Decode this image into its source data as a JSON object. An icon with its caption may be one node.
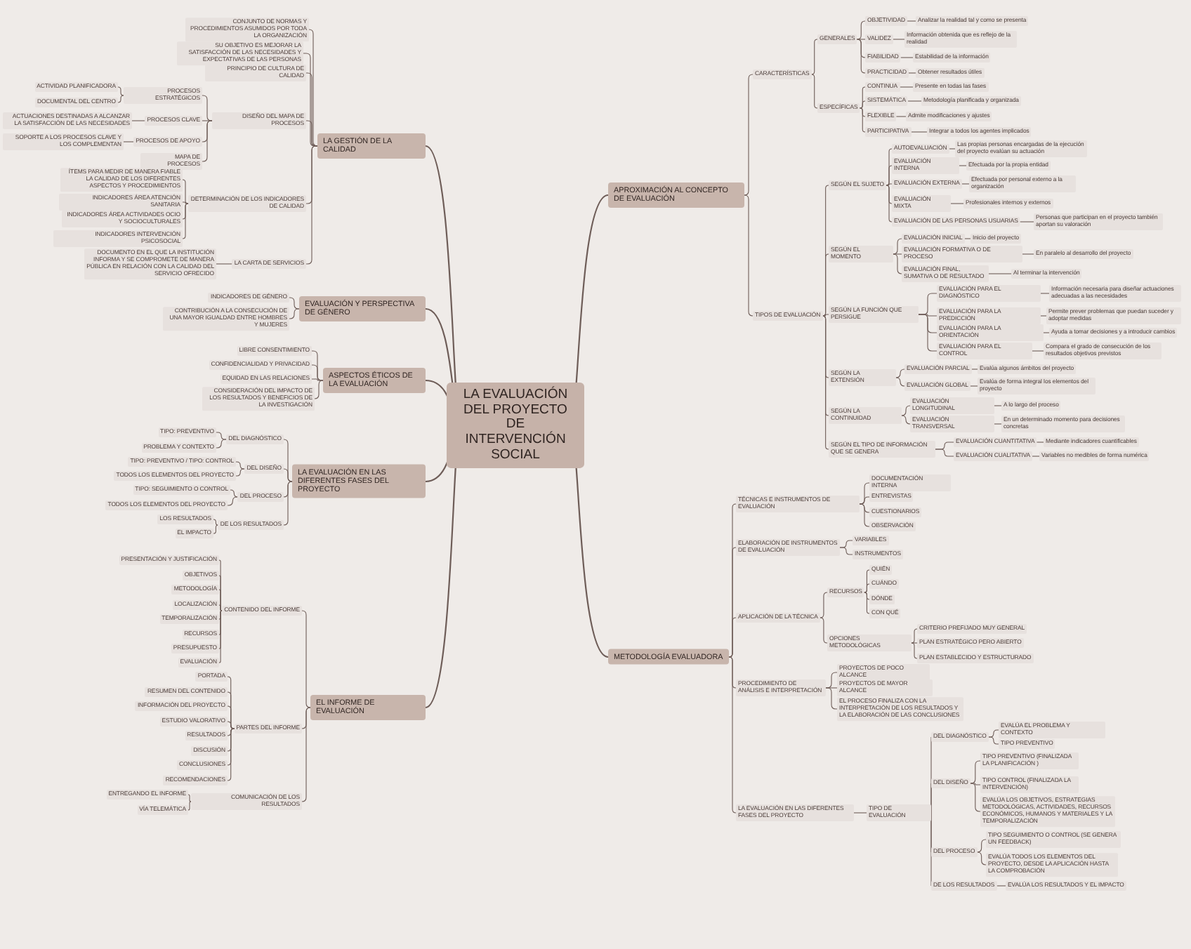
{
  "diagram": {
    "nodes": [
      {
        "text": [
          "LA EVALUACIÓN DEL PROYECTO DE INTERVENCIÓN SOCIAL"
        ]
      },
      {
        "text": [
          "LA GESTIÓN DE LA CALIDAD"
        ]
      },
      {
        "text": [
          "CONJUNTO DE NORMAS Y PROCEDIMIENTOS ASUMIDOS POR TODA LA ORGANIZACIÓN"
        ]
      },
      {
        "text": [
          "SU OBJETIVO ES MEJORAR LA SATISFACCIÓN DE LAS NECESIDADES Y EXPECTATIVAS DE LAS PERSONAS"
        ]
      },
      {
        "text": [
          "PRINCIPIO DE CULTURA DE CALIDAD"
        ]
      },
      {
        "text": [
          "DISEÑO DEL MAPA DE PROCESOS"
        ]
      },
      {
        "text": [
          "PROCESOS ESTRATÉGICOS"
        ]
      },
      {
        "text": [
          "ACTIVIDAD PLANIFICADORA"
        ]
      },
      {
        "text": [
          "DOCUMENTAL DEL CENTRO"
        ]
      },
      {
        "text": [
          "PROCESOS CLAVE"
        ]
      },
      {
        "text": [
          "ACTUACIONES DESTINADAS A ALCANZAR LA SATISFACCIÓN DE LAS NECESIDADES"
        ]
      },
      {
        "text": [
          "PROCESOS DE APOYO"
        ]
      },
      {
        "text": [
          "SOPORTE A LOS PROCESOS CLAVE Y LOS COMPLEMENTAN"
        ]
      },
      {
        "text": [
          "MAPA DE PROCESOS"
        ]
      },
      {
        "text": [
          "DETERMINACIÓN DE LOS INDICADORES DE CALIDAD"
        ]
      },
      {
        "text": [
          "ÍTEMS PARA MEDIR DE MANERA FIABLE LA CALIDAD DE LOS DIFERENTES ASPECTOS Y PROCEDIMIENTOS"
        ]
      },
      {
        "text": [
          "INDICADORES ÁREA ATENCIÓN SANITARIA"
        ]
      },
      {
        "text": [
          "INDICADORES ÁREA ACTIVIDADES OCIO Y SOCIOCULTURALES"
        ]
      },
      {
        "text": [
          "INDICADORES INTERVENCIÓN PSICOSOCIAL"
        ]
      },
      {
        "text": [
          "LA CARTA DE SERVICIOS"
        ]
      },
      {
        "text": [
          "DOCUMENTO EN EL QUE LA INSTITUCIÓN INFORMA Y SE COMPROMETE DE MANERA PÚBLICA EN RELACIÓN CON LA CALIDAD DEL SERVICIO OFRECIDO"
        ]
      },
      {
        "text": [
          "EVALUACIÓN Y PERSPECTIVA DE GÉNERO"
        ]
      },
      {
        "text": [
          "INDICADORES DE GÉNERO"
        ]
      },
      {
        "text": [
          "CONTRIBUCIÓN A LA CONSECUCIÓN DE UNA MAYOR IGUALDAD ENTRE HOMBRES Y MUJERES"
        ]
      },
      {
        "text": [
          "ASPECTOS ÉTICOS DE LA EVALUACIÓN"
        ]
      },
      {
        "text": [
          "LIBRE CONSENTIMIENTO"
        ]
      },
      {
        "text": [
          "CONFIDENCIALIDAD Y PRIVACIDAD"
        ]
      },
      {
        "text": [
          "EQUIDAD EN LAS RELACIONES"
        ]
      },
      {
        "text": [
          "CONSIDERACIÓN DEL IMPACTO DE LOS RESULTADOS Y BENEFICIOS DE LA INVESTIGACIÓN"
        ]
      },
      {
        "text": [
          "LA EVALUACIÓN EN LAS DIFERENTES FASES DEL PROYECTO"
        ]
      },
      {
        "text": [
          "DEL DIAGNÓSTICO"
        ]
      },
      {
        "text": [
          "TIPO: PREVENTIVO"
        ]
      },
      {
        "text": [
          "PROBLEMA Y CONTEXTO"
        ]
      },
      {
        "text": [
          "DEL DISEÑO"
        ]
      },
      {
        "text": [
          "TIPO: PREVENTIVO / TIPO: CONTROL"
        ]
      },
      {
        "text": [
          "TODOS LOS ELEMENTOS DEL PROYECTO"
        ]
      },
      {
        "text": [
          "DEL PROCESO"
        ]
      },
      {
        "text": [
          "TIPO: SEGUIMIENTO O CONTROL"
        ]
      },
      {
        "text": [
          "TODOS LOS ELEMENTOS DEL PROYECTO"
        ]
      },
      {
        "text": [
          "DE LOS RESULTADOS"
        ]
      },
      {
        "text": [
          "LOS RESULTADOS"
        ]
      },
      {
        "text": [
          "EL IMPACTO"
        ]
      },
      {
        "text": [
          "EL INFORME DE EVALUACIÓN"
        ]
      },
      {
        "text": [
          "CONTENIDO DEL INFORME"
        ]
      },
      {
        "text": [
          "PRESENTACIÓN Y JUSTIFICACIÓN"
        ]
      },
      {
        "text": [
          "OBJETIVOS"
        ]
      },
      {
        "text": [
          "METODOLOGÍA"
        ]
      },
      {
        "text": [
          "LOCALIZACIÓN"
        ]
      },
      {
        "text": [
          "TEMPORALIZACIÓN"
        ]
      },
      {
        "text": [
          "RECURSOS"
        ]
      },
      {
        "text": [
          "PRESUPUESTO"
        ]
      },
      {
        "text": [
          "EVALUACIÓN"
        ]
      },
      {
        "text": [
          "PARTES DEL INFORME"
        ]
      },
      {
        "text": [
          "PORTADA"
        ]
      },
      {
        "text": [
          "RESUMEN DEL CONTENIDO"
        ]
      },
      {
        "text": [
          "INFORMACIÓN DEL PROYECTO"
        ]
      },
      {
        "text": [
          "ESTUDIO VALORATIVO"
        ]
      },
      {
        "text": [
          "RESULTADOS"
        ]
      },
      {
        "text": [
          "DISCUSIÓN"
        ]
      },
      {
        "text": [
          "CONCLUSIONES"
        ]
      },
      {
        "text": [
          "RECOMENDACIONES"
        ]
      },
      {
        "text": [
          "COMUNICACIÓN DE LOS RESULTADOS"
        ]
      },
      {
        "text": [
          "ENTREGANDO EL INFORME"
        ]
      },
      {
        "text": [
          "VÍA TELEMÁTICA"
        ]
      },
      {
        "text": [
          "APROXIMACIÓN AL CONCEPTO DE EVALUACIÓN"
        ]
      },
      {
        "text": [
          "CARACTERÍSTICAS"
        ]
      },
      {
        "text": [
          "GENERALES"
        ]
      },
      {
        "text": [
          "OBJETIVIDAD"
        ]
      },
      {
        "text": [
          "Analizar la realidad tal y como se presenta"
        ]
      },
      {
        "text": [
          "VALIDEZ"
        ]
      },
      {
        "text": [
          "Información obtenida que es reflejo de la realidad"
        ]
      },
      {
        "text": [
          "FIABILIDAD"
        ]
      },
      {
        "text": [
          "Estabilidad de la información"
        ]
      },
      {
        "text": [
          "PRACTICIDAD"
        ]
      },
      {
        "text": [
          "Obtener resultados útiles"
        ]
      },
      {
        "text": [
          "ESPECÍFICAS"
        ]
      },
      {
        "text": [
          "CONTINUA"
        ]
      },
      {
        "text": [
          "Presente en todas las fases"
        ]
      },
      {
        "text": [
          "SISTEMÁTICA"
        ]
      },
      {
        "text": [
          "Metodología planificada y organizada"
        ]
      },
      {
        "text": [
          "FLEXIBLE"
        ]
      },
      {
        "text": [
          "Admite modificaciones y ajustes"
        ]
      },
      {
        "text": [
          "PARTICIPATIVA"
        ]
      },
      {
        "text": [
          "Integrar a todos los agentes implicados"
        ]
      },
      {
        "text": [
          "TIPOS DE EVALUACIÓN"
        ]
      },
      {
        "text": [
          "SEGÚN EL SUJETO"
        ]
      },
      {
        "text": [
          "AUTOEVALUACIÓN"
        ]
      },
      {
        "text": [
          "Las propias personas encargadas de la ejecución del proyecto evalúan su actuación"
        ]
      },
      {
        "text": [
          "EVALUACIÓN INTERNA"
        ]
      },
      {
        "text": [
          "Efectuada por la propia entidad"
        ]
      },
      {
        "text": [
          "EVALUACIÓN EXTERNA"
        ]
      },
      {
        "text": [
          "Efectuada por personal externo a la organización"
        ]
      },
      {
        "text": [
          "EVALUACIÓN MIXTA"
        ]
      },
      {
        "text": [
          "Profesionales internos y externos"
        ]
      },
      {
        "text": [
          "EVALUACIÓN DE LAS PERSONAS USUARIAS"
        ]
      },
      {
        "text": [
          "Personas que participan en el proyecto también aportan su valoración"
        ]
      },
      {
        "text": [
          "SEGÚN EL MOMENTO"
        ]
      },
      {
        "text": [
          "EVALUACIÓN INICIAL"
        ]
      },
      {
        "text": [
          "Inicio del proyecto"
        ]
      },
      {
        "text": [
          "EVALUACIÓN FORMATIVA O DE PROCESO"
        ]
      },
      {
        "text": [
          "En paralelo al desarrollo del proyecto"
        ]
      },
      {
        "text": [
          "EVALUACIÓN FINAL, SUMATIVA O DE RESULTADO"
        ]
      },
      {
        "text": [
          "Al terminar la intervención"
        ]
      },
      {
        "text": [
          "SEGÚN LA FUNCIÓN QUE PERSIGUE"
        ]
      },
      {
        "text": [
          "EVALUACIÓN PARA EL DIAGNÓSTICO"
        ]
      },
      {
        "text": [
          "Información necesaria para diseñar actuaciones adecuadas a las necesidades"
        ]
      },
      {
        "text": [
          "EVALUACIÓN PARA LA PREDICCIÓN"
        ]
      },
      {
        "text": [
          "Permite prever problemas que puedan suceder y adoptar medidas"
        ]
      },
      {
        "text": [
          "EVALUACIÓN PARA LA ORIENTACIÓN"
        ]
      },
      {
        "text": [
          "Ayuda a tomar decisiones y a introducir cambios"
        ]
      },
      {
        "text": [
          "EVALUACIÓN PARA EL CONTROL"
        ]
      },
      {
        "text": [
          "Compara el grado de consecución de los resultados objetivos previstos"
        ]
      },
      {
        "text": [
          "SEGÚN LA EXTENSIÓN"
        ]
      },
      {
        "text": [
          "EVALUACIÓN PARCIAL"
        ]
      },
      {
        "text": [
          "Evalúa algunos ámbitos del proyecto"
        ]
      },
      {
        "text": [
          "EVALUACIÓN GLOBAL"
        ]
      },
      {
        "text": [
          "Evalúa de forma integral los elementos del proyecto"
        ]
      },
      {
        "text": [
          "SEGÚN LA CONTINUIDAD"
        ]
      },
      {
        "text": [
          "EVALUACIÓN LONGITUDINAL"
        ]
      },
      {
        "text": [
          "A lo largo del proceso"
        ]
      },
      {
        "text": [
          "EVALUACIÓN TRANSVERSAL"
        ]
      },
      {
        "text": [
          "En un determinado momento para decisiones concretas"
        ]
      },
      {
        "text": [
          "SEGÚN EL TIPO DE INFORMACIÓN QUE SE GENERA"
        ]
      },
      {
        "text": [
          "EVALUACIÓN CUANTITATIVA"
        ]
      },
      {
        "text": [
          "Mediante indicadores cuantificables"
        ]
      },
      {
        "text": [
          "EVALUACIÓN CUALITATIVA"
        ]
      },
      {
        "text": [
          "Variables no medibles de forma numérica"
        ]
      },
      {
        "text": [
          "METODOLOGÍA EVALUADORA"
        ]
      },
      {
        "text": [
          "TÉCNICAS E INSTRUMENTOS DE EVALUACIÓN"
        ]
      },
      {
        "text": [
          "DOCUMENTACIÓN INTERNA"
        ]
      },
      {
        "text": [
          "ENTREVISTAS"
        ]
      },
      {
        "text": [
          "CUESTIONARIOS"
        ]
      },
      {
        "text": [
          "OBSERVACIÓN"
        ]
      },
      {
        "text": [
          "ELABORACIÓN DE INSTRUMENTOS DE EVALUACIÓN"
        ]
      },
      {
        "text": [
          "VARIABLES"
        ]
      },
      {
        "text": [
          "INSTRUMENTOS"
        ]
      },
      {
        "text": [
          "APLICACIÓN DE LA TÉCNICA"
        ]
      },
      {
        "text": [
          "RECURSOS"
        ]
      },
      {
        "text": [
          "QUIÉN"
        ]
      },
      {
        "text": [
          "CUÁNDO"
        ]
      },
      {
        "text": [
          "DÓNDE"
        ]
      },
      {
        "text": [
          "CON QUÉ"
        ]
      },
      {
        "text": [
          "OPCIONES METODOLÓGICAS"
        ]
      },
      {
        "text": [
          "CRITERIO PREFIJADO MUY GENERAL"
        ]
      },
      {
        "text": [
          "PLAN ESTRATÉGICO PERO ABIERTO"
        ]
      },
      {
        "text": [
          "PLAN ESTABLECIDO Y ESTRUCTURADO"
        ]
      },
      {
        "text": [
          "PROCEDIMIENTO DE ANÁLISIS E INTERPRETACIÓN"
        ]
      },
      {
        "text": [
          "PROYECTOS DE POCO ALCANCE"
        ]
      },
      {
        "text": [
          "PROYECTOS DE MAYOR ALCANCE"
        ]
      },
      {
        "text": [
          "EL PROCESO FINALIZA CON LA INTERPRETACIÓN DE LOS RESULTADOS Y LA ELABORACIÓN DE LAS CONCLUSIONES"
        ]
      },
      {
        "text": [
          "LA EVALUACIÓN EN LAS DIFERENTES FASES DEL PROYECTO"
        ]
      },
      {
        "text": [
          "TIPO DE EVALUACIÓN"
        ]
      },
      {
        "text": [
          "DEL DIAGNÓSTICO"
        ]
      },
      {
        "text": [
          "EVALÚA EL PROBLEMA Y CONTEXTO"
        ]
      },
      {
        "text": [
          "TIPO PREVENTIVO"
        ]
      },
      {
        "text": [
          "DEL DISEÑO"
        ]
      },
      {
        "text": [
          "TIPO PREVENTIVO (FINALIZADA LA PLANIFICACIÓN )"
        ]
      },
      {
        "text": [
          "TIPO CONTROL (FINALIZADA LA INTERVENCIÓN)"
        ]
      },
      {
        "text": [
          "EVALÚA LOS OBJETIVOS, ESTRATEGIAS METODOLÓGICAS, ACTIVIDADES, RECURSOS ECONÓMICOS, HUMANOS Y MATERIALES Y LA TEMPORALIZACIÓN"
        ]
      },
      {
        "text": [
          "DEL PROCESO"
        ]
      },
      {
        "text": [
          "TIPO SEGUIMIENTO O CONTROL (SE GENERA UN FEEDBACK)"
        ]
      },
      {
        "text": [
          "EVALÚA TODOS LOS ELEMENTOS DEL PROYECTO, DESDE LA APLICACIÓN HASTA LA COMPROBACIÓN"
        ]
      },
      {
        "text": [
          "DE LOS RESULTADOS"
        ]
      },
      {
        "text": [
          "EVALÚA LOS RESULTADOS Y EL IMPACTO"
        ]
      }
    ],
    "edges": [
      {
        "from": 0,
        "to": 1,
        "arrow": "none"
      },
      {
        "from": 0,
        "to": 21,
        "arrow": "none"
      },
      {
        "from": 0,
        "to": 24,
        "arrow": "none"
      },
      {
        "from": 0,
        "to": 29,
        "arrow": "none"
      },
      {
        "from": 0,
        "to": 42,
        "arrow": "none"
      },
      {
        "from": 0,
        "to": 64,
        "arrow": "none"
      },
      {
        "from": 0,
        "to": 127,
        "arrow": "none"
      },
      {
        "from": 1,
        "to": 2,
        "arrow": "none"
      },
      {
        "from": 1,
        "to": 3,
        "arrow": "none"
      },
      {
        "from": 1,
        "to": 4,
        "arrow": "none"
      },
      {
        "from": 1,
        "to": 5,
        "arrow": "none"
      },
      {
        "from": 1,
        "to": 14,
        "arrow": "none"
      },
      {
        "from": 1,
        "to": 19,
        "arrow": "none"
      },
      {
        "from": 5,
        "to": 6,
        "arrow": "none"
      },
      {
        "from": 5,
        "to": 9,
        "arrow": "none"
      },
      {
        "from": 5,
        "to": 11,
        "arrow": "none"
      },
      {
        "from": 5,
        "to": 13,
        "arrow": "none"
      },
      {
        "from": 6,
        "to": 7,
        "arrow": "none"
      },
      {
        "from": 6,
        "to": 8,
        "arrow": "none"
      },
      {
        "from": 9,
        "to": 10,
        "arrow": "none"
      },
      {
        "from": 11,
        "to": 12,
        "arrow": "none"
      },
      {
        "from": 14,
        "to": 15,
        "arrow": "none"
      },
      {
        "from": 14,
        "to": 16,
        "arrow": "none"
      },
      {
        "from": 14,
        "to": 17,
        "arrow": "none"
      },
      {
        "from": 14,
        "to": 18,
        "arrow": "none"
      },
      {
        "from": 19,
        "to": 20,
        "arrow": "none"
      },
      {
        "from": 21,
        "to": 22,
        "arrow": "none"
      },
      {
        "from": 21,
        "to": 23,
        "arrow": "none"
      },
      {
        "from": 24,
        "to": 25,
        "arrow": "none"
      },
      {
        "from": 24,
        "to": 26,
        "arrow": "none"
      },
      {
        "from": 24,
        "to": 27,
        "arrow": "none"
      },
      {
        "from": 24,
        "to": 28,
        "arrow": "none"
      },
      {
        "from": 29,
        "to": 30,
        "arrow": "none"
      },
      {
        "from": 29,
        "to": 33,
        "arrow": "none"
      },
      {
        "from": 29,
        "to": 36,
        "arrow": "none"
      },
      {
        "from": 29,
        "to": 39,
        "arrow": "none"
      },
      {
        "from": 30,
        "to": 31,
        "arrow": "none"
      },
      {
        "from": 30,
        "to": 32,
        "arrow": "none"
      },
      {
        "from": 33,
        "to": 34,
        "arrow": "none"
      },
      {
        "from": 33,
        "to": 35,
        "arrow": "none"
      },
      {
        "from": 36,
        "to": 37,
        "arrow": "none"
      },
      {
        "from": 36,
        "to": 38,
        "arrow": "none"
      },
      {
        "from": 39,
        "to": 40,
        "arrow": "none"
      },
      {
        "from": 39,
        "to": 41,
        "arrow": "none"
      },
      {
        "from": 42,
        "to": 43,
        "arrow": "none"
      },
      {
        "from": 42,
        "to": 52,
        "arrow": "none"
      },
      {
        "from": 42,
        "to": 61,
        "arrow": "none"
      },
      {
        "from": 43,
        "to": 44,
        "arrow": "none"
      },
      {
        "from": 43,
        "to": 45,
        "arrow": "none"
      },
      {
        "from": 43,
        "to": 46,
        "arrow": "none"
      },
      {
        "from": 43,
        "to": 47,
        "arrow": "none"
      },
      {
        "from": 43,
        "to": 48,
        "arrow": "none"
      },
      {
        "from": 43,
        "to": 49,
        "arrow": "none"
      },
      {
        "from": 43,
        "to": 50,
        "arrow": "none"
      },
      {
        "from": 43,
        "to": 51,
        "arrow": "none"
      },
      {
        "from": 52,
        "to": 53,
        "arrow": "none"
      },
      {
        "from": 52,
        "to": 54,
        "arrow": "none"
      },
      {
        "from": 52,
        "to": 55,
        "arrow": "none"
      },
      {
        "from": 52,
        "to": 56,
        "arrow": "none"
      },
      {
        "from": 52,
        "to": 57,
        "arrow": "none"
      },
      {
        "from": 52,
        "to": 58,
        "arrow": "none"
      },
      {
        "from": 52,
        "to": 59,
        "arrow": "none"
      },
      {
        "from": 52,
        "to": 60,
        "arrow": "none"
      },
      {
        "from": 61,
        "to": 62,
        "arrow": "none"
      },
      {
        "from": 61,
        "to": 63,
        "arrow": "none"
      },
      {
        "from": 64,
        "to": 65,
        "arrow": "none"
      },
      {
        "from": 64,
        "to": 84,
        "arrow": "none"
      },
      {
        "from": 65,
        "to": 66,
        "arrow": "none"
      },
      {
        "from": 65,
        "to": 75,
        "arrow": "none"
      },
      {
        "from": 66,
        "to": 67,
        "arrow": "none"
      },
      {
        "from": 66,
        "to": 69,
        "arrow": "none"
      },
      {
        "from": 66,
        "to": 71,
        "arrow": "none"
      },
      {
        "from": 66,
        "to": 73,
        "arrow": "none"
      },
      {
        "from": 67,
        "to": 68,
        "arrow": "none"
      },
      {
        "from": 69,
        "to": 70,
        "arrow": "none"
      },
      {
        "from": 71,
        "to": 72,
        "arrow": "none"
      },
      {
        "from": 73,
        "to": 74,
        "arrow": "none"
      },
      {
        "from": 75,
        "to": 76,
        "arrow": "none"
      },
      {
        "from": 75,
        "to": 78,
        "arrow": "none"
      },
      {
        "from": 75,
        "to": 80,
        "arrow": "none"
      },
      {
        "from": 75,
        "to": 82,
        "arrow": "none"
      },
      {
        "from": 76,
        "to": 77,
        "arrow": "none"
      },
      {
        "from": 78,
        "to": 79,
        "arrow": "none"
      },
      {
        "from": 80,
        "to": 81,
        "arrow": "none"
      },
      {
        "from": 82,
        "to": 83,
        "arrow": "none"
      },
      {
        "from": 84,
        "to": 85,
        "arrow": "none"
      },
      {
        "from": 84,
        "to": 96,
        "arrow": "none"
      },
      {
        "from": 84,
        "to": 103,
        "arrow": "none"
      },
      {
        "from": 84,
        "to": 112,
        "arrow": "none"
      },
      {
        "from": 84,
        "to": 117,
        "arrow": "none"
      },
      {
        "from": 84,
        "to": 122,
        "arrow": "none"
      },
      {
        "from": 85,
        "to": 86,
        "arrow": "none"
      },
      {
        "from": 85,
        "to": 88,
        "arrow": "none"
      },
      {
        "from": 85,
        "to": 90,
        "arrow": "none"
      },
      {
        "from": 85,
        "to": 92,
        "arrow": "none"
      },
      {
        "from": 85,
        "to": 94,
        "arrow": "none"
      },
      {
        "from": 86,
        "to": 87,
        "arrow": "none"
      },
      {
        "from": 88,
        "to": 89,
        "arrow": "none"
      },
      {
        "from": 90,
        "to": 91,
        "arrow": "none"
      },
      {
        "from": 92,
        "to": 93,
        "arrow": "none"
      },
      {
        "from": 94,
        "to": 95,
        "arrow": "none"
      },
      {
        "from": 96,
        "to": 97,
        "arrow": "none"
      },
      {
        "from": 96,
        "to": 99,
        "arrow": "none"
      },
      {
        "from": 96,
        "to": 101,
        "arrow": "none"
      },
      {
        "from": 97,
        "to": 98,
        "arrow": "none"
      },
      {
        "from": 99,
        "to": 100,
        "arrow": "none"
      },
      {
        "from": 101,
        "to": 102,
        "arrow": "none"
      },
      {
        "from": 103,
        "to": 104,
        "arrow": "none"
      },
      {
        "from": 103,
        "to": 106,
        "arrow": "none"
      },
      {
        "from": 103,
        "to": 108,
        "arrow": "none"
      },
      {
        "from": 103,
        "to": 110,
        "arrow": "none"
      },
      {
        "from": 104,
        "to": 105,
        "arrow": "none"
      },
      {
        "from": 106,
        "to": 107,
        "arrow": "none"
      },
      {
        "from": 108,
        "to": 109,
        "arrow": "none"
      },
      {
        "from": 110,
        "to": 111,
        "arrow": "none"
      },
      {
        "from": 112,
        "to": 113,
        "arrow": "none"
      },
      {
        "from": 112,
        "to": 115,
        "arrow": "none"
      },
      {
        "from": 113,
        "to": 114,
        "arrow": "none"
      },
      {
        "from": 115,
        "to": 116,
        "arrow": "none"
      },
      {
        "from": 117,
        "to": 118,
        "arrow": "none"
      },
      {
        "from": 117,
        "to": 120,
        "arrow": "none"
      },
      {
        "from": 118,
        "to": 119,
        "arrow": "none"
      },
      {
        "from": 120,
        "to": 121,
        "arrow": "none"
      },
      {
        "from": 122,
        "to": 123,
        "arrow": "none"
      },
      {
        "from": 122,
        "to": 125,
        "arrow": "none"
      },
      {
        "from": 123,
        "to": 124,
        "arrow": "none"
      },
      {
        "from": 125,
        "to": 126,
        "arrow": "none"
      },
      {
        "from": 127,
        "to": 128,
        "arrow": "none"
      },
      {
        "from": 127,
        "to": 133,
        "arrow": "none"
      },
      {
        "from": 127,
        "to": 136,
        "arrow": "none"
      },
      {
        "from": 127,
        "to": 146,
        "arrow": "none"
      },
      {
        "from": 127,
        "to": 150,
        "arrow": "none"
      },
      {
        "from": 128,
        "to": 129,
        "arrow": "none"
      },
      {
        "from": 128,
        "to": 130,
        "arrow": "none"
      },
      {
        "from": 128,
        "to": 131,
        "arrow": "none"
      },
      {
        "from": 128,
        "to": 132,
        "arrow": "none"
      },
      {
        "from": 133,
        "to": 134,
        "arrow": "none"
      },
      {
        "from": 133,
        "to": 135,
        "arrow": "none"
      },
      {
        "from": 136,
        "to": 137,
        "arrow": "none"
      },
      {
        "from": 136,
        "to": 142,
        "arrow": "none"
      },
      {
        "from": 137,
        "to": 138,
        "arrow": "none"
      },
      {
        "from": 137,
        "to": 139,
        "arrow": "none"
      },
      {
        "from": 137,
        "to": 140,
        "arrow": "none"
      },
      {
        "from": 137,
        "to": 141,
        "arrow": "none"
      },
      {
        "from": 142,
        "to": 143,
        "arrow": "none"
      },
      {
        "from": 142,
        "to": 144,
        "arrow": "none"
      },
      {
        "from": 142,
        "to": 145,
        "arrow": "none"
      },
      {
        "from": 146,
        "to": 147,
        "arrow": "none"
      },
      {
        "from": 146,
        "to": 148,
        "arrow": "none"
      },
      {
        "from": 146,
        "to": 149,
        "arrow": "none"
      },
      {
        "from": 150,
        "to": 151,
        "arrow": "none"
      },
      {
        "from": 151,
        "to": 152,
        "arrow": "none"
      },
      {
        "from": 151,
        "to": 155,
        "arrow": "none"
      },
      {
        "from": 151,
        "to": 159,
        "arrow": "none"
      },
      {
        "from": 151,
        "to": 162,
        "arrow": "none"
      },
      {
        "from": 152,
        "to": 153,
        "arrow": "none"
      },
      {
        "from": 152,
        "to": 154,
        "arrow": "none"
      },
      {
        "from": 155,
        "to": 156,
        "arrow": "none"
      },
      {
        "from": 155,
        "to": 157,
        "arrow": "none"
      },
      {
        "from": 155,
        "to": 158,
        "arrow": "none"
      },
      {
        "from": 159,
        "to": 160,
        "arrow": "none"
      },
      {
        "from": 159,
        "to": 161,
        "arrow": "none"
      },
      {
        "from": 162,
        "to": 163,
        "arrow": "none"
      }
    ]
  }
}
